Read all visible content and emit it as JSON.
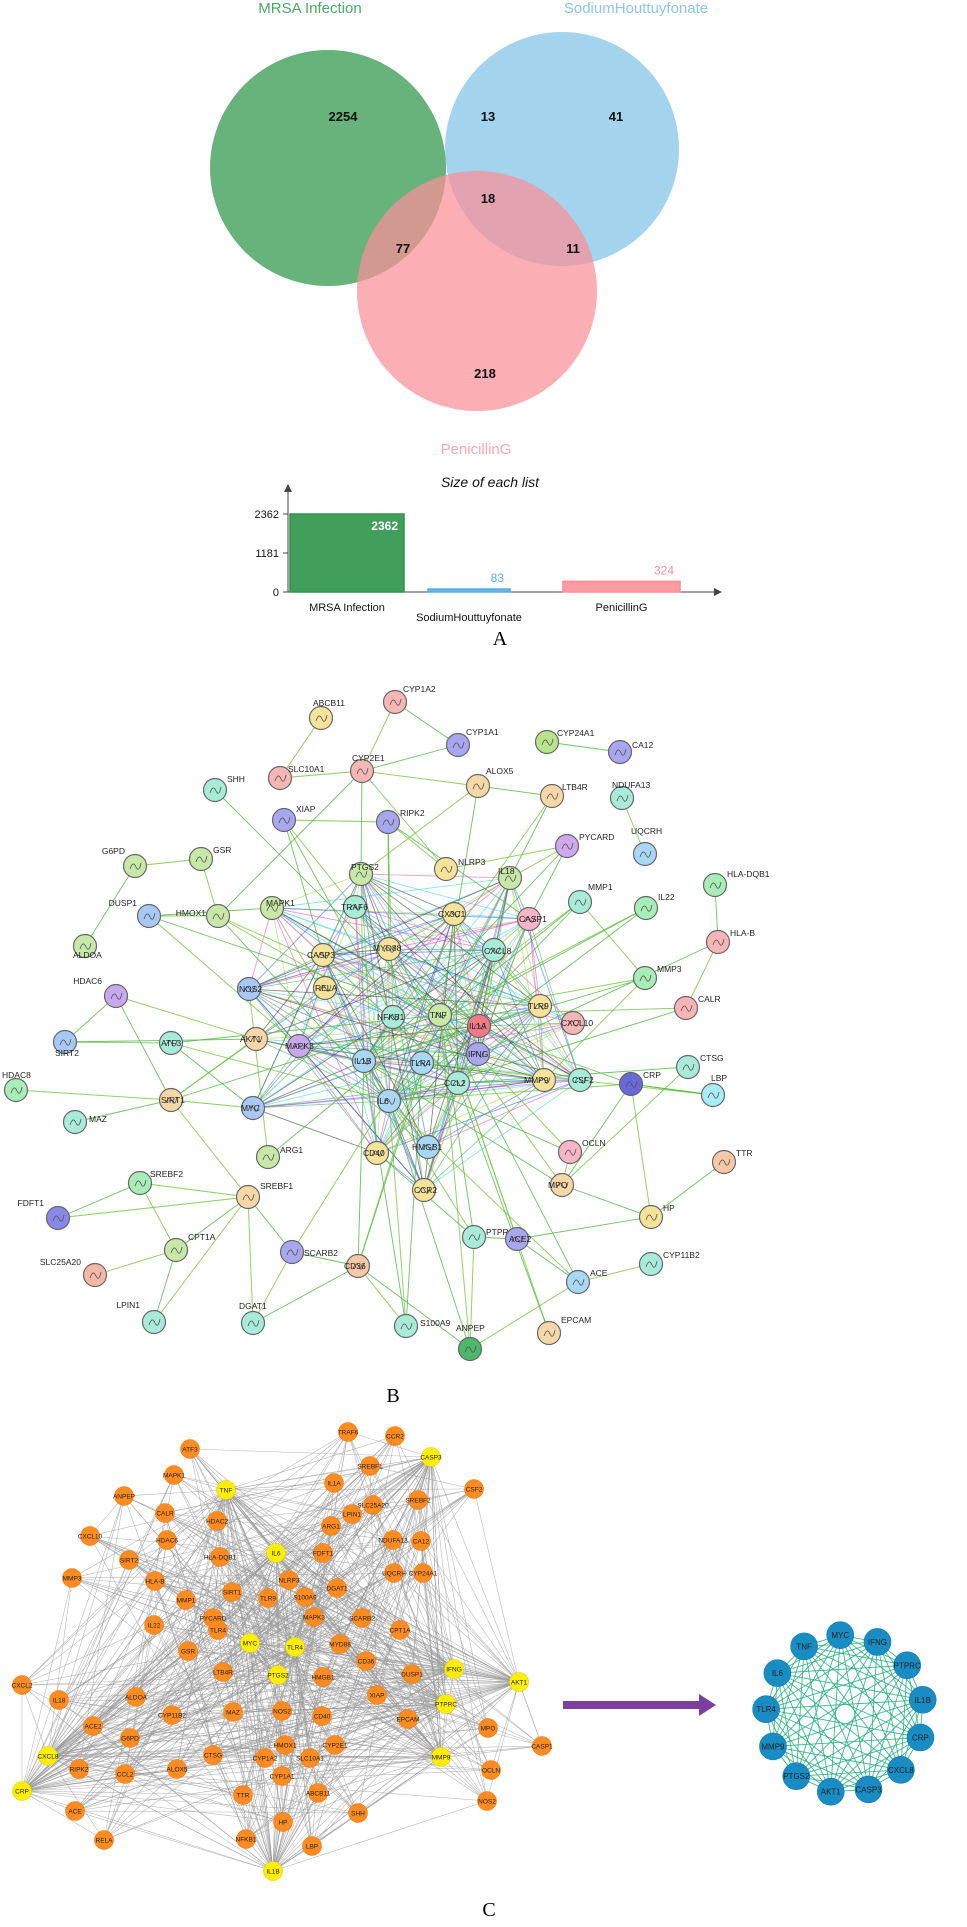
{
  "venn": {
    "sets": [
      {
        "name": "MRSA Infection",
        "color": "#2e9449"
      },
      {
        "name": "SodiumHouttuyfonate",
        "color": "#5aaedf"
      },
      {
        "name": "PenicillinG",
        "color": "#f98f97"
      }
    ],
    "regions": {
      "mrsa_only": "2254",
      "sh_only": "41",
      "pen_only": "218",
      "mrsa_sh": "13",
      "mrsa_pen": "77",
      "sh_pen": "11",
      "all": "18"
    }
  },
  "chart_data": {
    "type": "bar",
    "title": "Size of each list",
    "categories": [
      "MRSA Infection",
      "SodiumHouttuyfonate",
      "PenicillinG"
    ],
    "values": [
      2362,
      83,
      324
    ],
    "value_labels": [
      "2362",
      "83",
      "324"
    ],
    "ytick_labels": [
      "0",
      "1181",
      "2362"
    ],
    "yticks": [
      0,
      1181,
      2362
    ],
    "ylim": [
      0,
      2362
    ],
    "colors": [
      "#2e9449",
      "#5aaedf",
      "#f98f97"
    ]
  },
  "panels": {
    "a": "A",
    "b": "B",
    "c": "C"
  },
  "string_network": {
    "nodes": [
      {
        "id": "CYP1A2",
        "c": "#f6b6b6"
      },
      {
        "id": "ABCB11",
        "c": "#f6e39a"
      },
      {
        "id": "CYP1A1",
        "c": "#a8a6ee"
      },
      {
        "id": "CYP24A1",
        "c": "#b8e48c"
      },
      {
        "id": "CA12",
        "c": "#a8a6ee"
      },
      {
        "id": "CYP2E1",
        "c": "#f6b6b6"
      },
      {
        "id": "SLC10A1",
        "c": "#f6b6b6"
      },
      {
        "id": "ALOX5",
        "c": "#f6d8a8"
      },
      {
        "id": "LTB4R",
        "c": "#f6d8a8"
      },
      {
        "id": "NDUFA13",
        "c": "#a8ecd8"
      },
      {
        "id": "SHH",
        "c": "#a8ecd8"
      },
      {
        "id": "XIAP",
        "c": "#a8a6ee"
      },
      {
        "id": "RIPK2",
        "c": "#a8a6ee"
      },
      {
        "id": "PYCARD",
        "c": "#d0a8ee"
      },
      {
        "id": "UQCRH",
        "c": "#a8d8f6"
      },
      {
        "id": "G6PD",
        "c": "#c8e8a8"
      },
      {
        "id": "GSR",
        "c": "#c8e8a8"
      },
      {
        "id": "NLRP3",
        "c": "#f6e39a"
      },
      {
        "id": "HLA-DQB1",
        "c": "#a8ecb8"
      },
      {
        "id": "PTGS2",
        "c": "#c8e8a8"
      },
      {
        "id": "IL18",
        "c": "#c8e8a8"
      },
      {
        "id": "MMP1",
        "c": "#a8ecd8"
      },
      {
        "id": "DUSP1",
        "c": "#a8c8f6"
      },
      {
        "id": "HMOX1",
        "c": "#c8e8a8"
      },
      {
        "id": "MAPK1",
        "c": "#c8e8a8"
      },
      {
        "id": "TRAF6",
        "c": "#a8ecd8"
      },
      {
        "id": "CX3C1",
        "c": "#f6e39a"
      },
      {
        "id": "CASP1",
        "c": "#f6b6c8"
      },
      {
        "id": "IL22",
        "c": "#a8ecb8"
      },
      {
        "id": "HLA-B",
        "c": "#f6b6b6"
      },
      {
        "id": "ALDOA",
        "c": "#c8e8a8"
      },
      {
        "id": "MYD88",
        "c": "#f6e39a"
      },
      {
        "id": "CASP3",
        "c": "#f6e39a"
      },
      {
        "id": "CXCL8",
        "c": "#a8ecd8"
      },
      {
        "id": "MMP3",
        "c": "#a8ecb8"
      },
      {
        "id": "HDAC6",
        "c": "#c8a8ee"
      },
      {
        "id": "NOS2",
        "c": "#a8c8f6"
      },
      {
        "id": "RELA",
        "c": "#f6e39a"
      },
      {
        "id": "NFKB1",
        "c": "#a8ecd8"
      },
      {
        "id": "TNF",
        "c": "#c8e8a8"
      },
      {
        "id": "TLR9",
        "c": "#f6e39a"
      },
      {
        "id": "IL1A",
        "c": "#f67a86"
      },
      {
        "id": "CXCL10",
        "c": "#f6b6b6"
      },
      {
        "id": "CALR",
        "c": "#f6b6b6"
      },
      {
        "id": "SIRT2",
        "c": "#a8c8f6"
      },
      {
        "id": "ATF3",
        "c": "#a8ecd8"
      },
      {
        "id": "AKT1",
        "c": "#f6d8a8"
      },
      {
        "id": "MAPK3",
        "c": "#c8a8ee"
      },
      {
        "id": "IL1B",
        "c": "#a8d8f6"
      },
      {
        "id": "IFNG",
        "c": "#a8a6ee"
      },
      {
        "id": "CTSG",
        "c": "#a8ecd8"
      },
      {
        "id": "HDAC8",
        "c": "#a8ecb8"
      },
      {
        "id": "TLR4",
        "c": "#a8d8f6"
      },
      {
        "id": "MMP9",
        "c": "#f6e39a"
      },
      {
        "id": "CSF2",
        "c": "#a8ecd8"
      },
      {
        "id": "CRP",
        "c": "#6868d8"
      },
      {
        "id": "LBP",
        "c": "#a8ecf6"
      },
      {
        "id": "SIRT1",
        "c": "#f6d8a8"
      },
      {
        "id": "MYC",
        "c": "#a8c8f6"
      },
      {
        "id": "IL6",
        "c": "#a8d8f6"
      },
      {
        "id": "CCL2",
        "c": "#a8ecd8"
      },
      {
        "id": "MAZ",
        "c": "#a8ecd8"
      },
      {
        "id": "ARG1",
        "c": "#c8e8a8"
      },
      {
        "id": "CD40",
        "c": "#f6e39a"
      },
      {
        "id": "HMGB1",
        "c": "#a8d8f6"
      },
      {
        "id": "OCLN",
        "c": "#f6b6c8"
      },
      {
        "id": "TTR",
        "c": "#f6c8a8"
      },
      {
        "id": "SREBF2",
        "c": "#a8ecb8"
      },
      {
        "id": "SREBF1",
        "c": "#f6d8a8"
      },
      {
        "id": "MPO",
        "c": "#f6d8a8"
      },
      {
        "id": "FDFT1",
        "c": "#8888e8"
      },
      {
        "id": "CCR2",
        "c": "#f6e39a"
      },
      {
        "id": "HP",
        "c": "#f6e39a"
      },
      {
        "id": "CPT1A",
        "c": "#c8e8a8"
      },
      {
        "id": "SCARB2",
        "c": "#a8a6ee"
      },
      {
        "id": "PTPRC",
        "c": "#a8ecd8"
      },
      {
        "id": "ACE2",
        "c": "#a8a6ee"
      },
      {
        "id": "CD36",
        "c": "#f6c8a8"
      },
      {
        "id": "SLC25A20",
        "c": "#f6b6a8"
      },
      {
        "id": "CYP11B2",
        "c": "#a8ecd8"
      },
      {
        "id": "ACE",
        "c": "#a8d8f6"
      },
      {
        "id": "LPIN1",
        "c": "#a8ecd8"
      },
      {
        "id": "DGAT1",
        "c": "#a8ecd8"
      },
      {
        "id": "S100A9",
        "c": "#a8ecd8"
      },
      {
        "id": "EPCAM",
        "c": "#f6d8a8"
      },
      {
        "id": "ANPEP",
        "c": "#4cb86c"
      }
    ]
  },
  "cyto_network": {
    "nodes": [
      {
        "id": "TRAF6",
        "h": false
      },
      {
        "id": "CCR2",
        "h": false
      },
      {
        "id": "ATF3",
        "h": false
      },
      {
        "id": "SREBF1",
        "h": false
      },
      {
        "id": "CASP3",
        "h": true
      },
      {
        "id": "MAPK1",
        "h": false
      },
      {
        "id": "TNF",
        "h": true
      },
      {
        "id": "IL1A",
        "h": false
      },
      {
        "id": "SLC25A20",
        "h": false
      },
      {
        "id": "CSF2",
        "h": false
      },
      {
        "id": "SREBF2",
        "h": false
      },
      {
        "id": "ANPEP",
        "h": false
      },
      {
        "id": "CALR",
        "h": false
      },
      {
        "id": "HDAC2",
        "h": false
      },
      {
        "id": "ARG1",
        "h": false
      },
      {
        "id": "LPIN1",
        "h": false
      },
      {
        "id": "CXCL10",
        "h": false
      },
      {
        "id": "HDAC6",
        "h": false
      },
      {
        "id": "FDFT1",
        "h": false
      },
      {
        "id": "NDUFA13",
        "h": false
      },
      {
        "id": "CA12",
        "h": false
      },
      {
        "id": "SIRT2",
        "h": false
      },
      {
        "id": "HLA-DQB1",
        "h": false
      },
      {
        "id": "IL6",
        "h": true
      },
      {
        "id": "NLRP3",
        "h": false
      },
      {
        "id": "UQCRH",
        "h": false
      },
      {
        "id": "CYP24A1",
        "h": false
      },
      {
        "id": "MMP3",
        "h": false
      },
      {
        "id": "HLA-B",
        "h": false
      },
      {
        "id": "MMP1",
        "h": false
      },
      {
        "id": "SIRT1",
        "h": false
      },
      {
        "id": "TLR9",
        "h": false
      },
      {
        "id": "S100A9",
        "h": false
      },
      {
        "id": "DGAT1",
        "h": false
      },
      {
        "id": "IL22",
        "h": false
      },
      {
        "id": "PYCARD",
        "h": false
      },
      {
        "id": "MAPK3",
        "h": false
      },
      {
        "id": "SCARB2",
        "h": false
      },
      {
        "id": "CPT1A",
        "h": false
      },
      {
        "id": "GSR",
        "h": false
      },
      {
        "id": "MYC",
        "h": true
      },
      {
        "id": "TLR4",
        "h": true
      },
      {
        "id": "MYD88",
        "h": false
      },
      {
        "id": "TLR4B",
        "h": false
      },
      {
        "id": "LTB4R",
        "h": false
      },
      {
        "id": "PTGS2",
        "h": true
      },
      {
        "id": "HMGB1",
        "h": false
      },
      {
        "id": "CD36",
        "h": false
      },
      {
        "id": "DUSP1",
        "h": false
      },
      {
        "id": "IFNG",
        "h": true
      },
      {
        "id": "AKT1",
        "h": true
      },
      {
        "id": "CXCL2",
        "h": false
      },
      {
        "id": "IL18",
        "h": false
      },
      {
        "id": "ALDOA",
        "h": false
      },
      {
        "id": "CYP11B2",
        "h": false
      },
      {
        "id": "MAZ",
        "h": false
      },
      {
        "id": "NOS2B",
        "h": false
      },
      {
        "id": "CD40",
        "h": false
      },
      {
        "id": "ACE2",
        "h": false
      },
      {
        "id": "G6PD",
        "h": false
      },
      {
        "id": "XIAP",
        "h": false
      },
      {
        "id": "HMOX1",
        "h": false
      },
      {
        "id": "EPCAM",
        "h": false
      },
      {
        "id": "PTPRC",
        "h": true
      },
      {
        "id": "MPO",
        "h": false
      },
      {
        "id": "CASP1",
        "h": false
      },
      {
        "id": "CXCL8",
        "h": true
      },
      {
        "id": "RIPK2",
        "h": false
      },
      {
        "id": "CCL2",
        "h": false
      },
      {
        "id": "ALOX5",
        "h": false
      },
      {
        "id": "CTSG",
        "h": false
      },
      {
        "id": "CYP1A2",
        "h": false
      },
      {
        "id": "SLC10A1",
        "h": false
      },
      {
        "id": "CYP2E1",
        "h": false
      },
      {
        "id": "MMP9",
        "h": true
      },
      {
        "id": "OCLN",
        "h": false
      },
      {
        "id": "CYP1A1",
        "h": false
      },
      {
        "id": "CRP",
        "h": true
      },
      {
        "id": "ACE",
        "h": false
      },
      {
        "id": "TTR",
        "h": false
      },
      {
        "id": "ABCB11",
        "h": false
      },
      {
        "id": "SHH",
        "h": false
      },
      {
        "id": "NOS2",
        "h": false
      },
      {
        "id": "RELA",
        "h": false
      },
      {
        "id": "NFKB1",
        "h": false
      },
      {
        "id": "HP",
        "h": false
      },
      {
        "id": "LBP",
        "h": false
      },
      {
        "id": "IL1B",
        "h": true
      }
    ]
  },
  "hub_network": {
    "color": "#1a8cc4",
    "edge_color": "#2aaf80",
    "nodes": [
      "MYC",
      "IFNG",
      "PTPRC",
      "IL1B",
      "CRP",
      "CXCL8",
      "CASP3",
      "AKT1",
      "PTGS2",
      "MMP9",
      "TLR4",
      "IL6",
      "TNF"
    ]
  }
}
